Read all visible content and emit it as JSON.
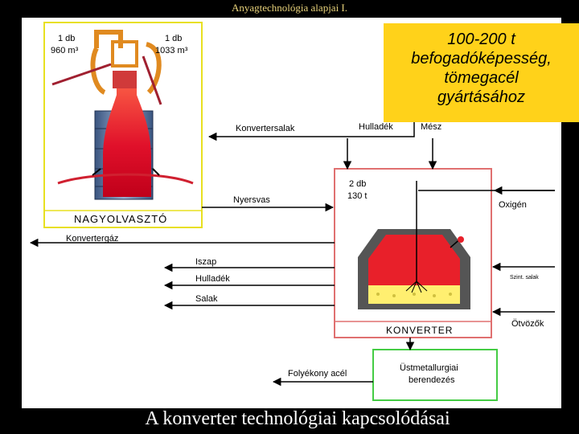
{
  "header": "Anyagtechnológia alapjai I.",
  "footer": "A konverter technológiai kapcsolódásai",
  "blast_furnace": {
    "left_count": "1 db",
    "left_volume": "960 m³",
    "right_count": "1 db",
    "right_volume": "1033 m³",
    "caption": "NAGYOLVASZTÓ"
  },
  "capacity_box": {
    "line1": "100-200 t",
    "line2": "befogadóképesség,",
    "line3": "tömegacél",
    "line4": "gyártásához"
  },
  "converter": {
    "count": "2 db",
    "capacity": "130 t",
    "caption": "KONVERTER"
  },
  "secondary": {
    "line1": "Üstmetallurgiai",
    "line2": "berendezés"
  },
  "flows": {
    "converter_slag": "Konvertersalak",
    "scrap_in": "Hulladék",
    "lime": "Mész",
    "pig_iron": "Nyersvas",
    "oxygen": "Oxigén",
    "converter_gas": "Konvertergáz",
    "sludge": "Iszap",
    "scrap_out": "Hulladék",
    "slag": "Salak",
    "synthetic_slag": "Szint. salak",
    "alloys": "Ötvözők",
    "liquid_steel": "Folyékony acél"
  },
  "colors": {
    "capacity_box": "#ffd21a",
    "furnace_border": "#e8e020",
    "converter_border": "#e07070",
    "secondary_border": "#44cc44",
    "molten": "#e8202a"
  }
}
